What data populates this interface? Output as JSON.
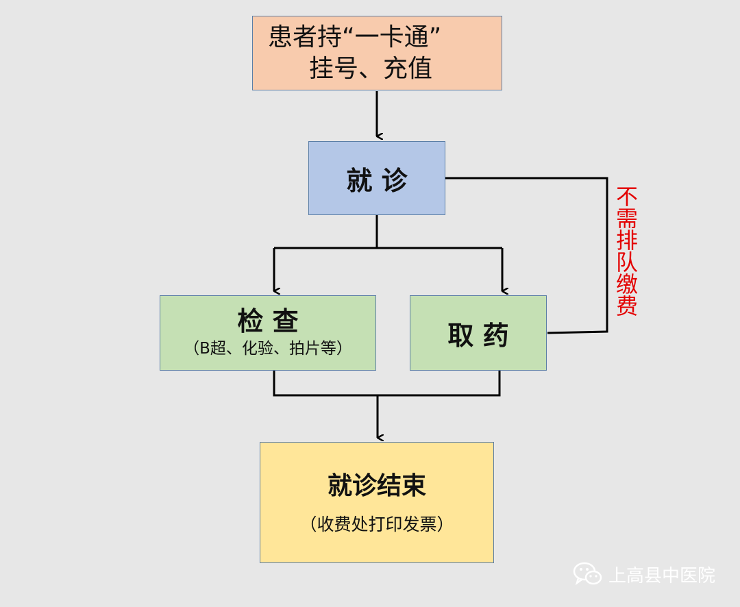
{
  "nodes": {
    "start": {
      "line1": "患者持“一卡通”",
      "line2": "挂号、充值"
    },
    "visit": {
      "label": "就 诊"
    },
    "exam": {
      "label": "检 查",
      "sub": "（B超、化验、拍片等）"
    },
    "drug": {
      "label": "取 药"
    },
    "end": {
      "label": "就诊结束",
      "sub": "（收费处打印发票）"
    }
  },
  "side_note": "不需排队缴费",
  "watermark": {
    "icon": "wechat-icon",
    "text": "上高县中医院"
  },
  "colors": {
    "background": "#e7e7e7",
    "start_fill": "#f8cbad",
    "visit_fill": "#b4c7e7",
    "exam_drug_fill": "#c5e0b4",
    "end_fill": "#ffe699",
    "side_note": "#e30000",
    "connector": "#000000"
  }
}
